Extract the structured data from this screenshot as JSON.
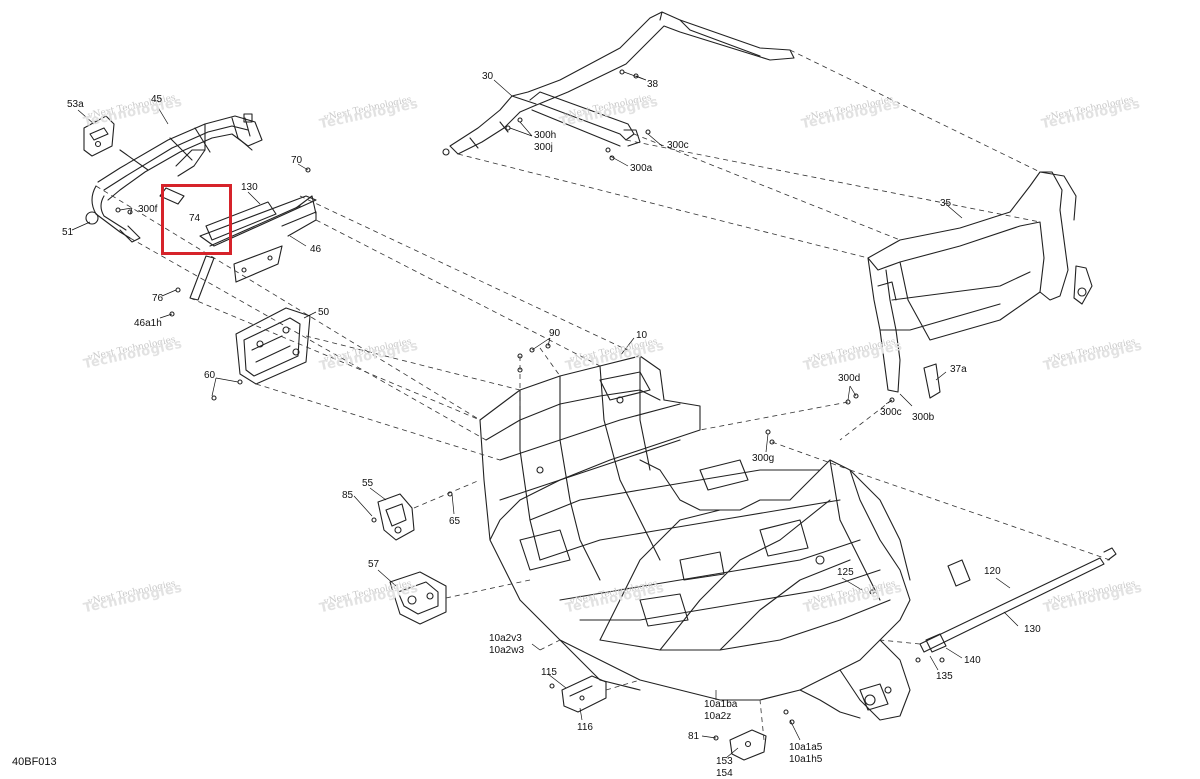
{
  "diagram": {
    "code": "40BF013",
    "highlight_color": "#d6232a",
    "watermark": {
      "line1": "vNext Technologies",
      "line2": "Technologies"
    },
    "labels": {
      "l53a": "53a",
      "l45": "45",
      "l70": "70",
      "l130a": "130",
      "l300f": "300f",
      "l74": "74",
      "l51": "51",
      "l46": "46",
      "l76": "76",
      "l46a1h": "46a1h",
      "l50": "50",
      "l60": "60",
      "l30": "30",
      "l38": "38",
      "l300h": "300h",
      "l300j": "300j",
      "l300c": "300c",
      "l300a": "300a",
      "l35": "35",
      "l90": "90",
      "l10": "10",
      "l300d": "300d",
      "l300c2": "300c",
      "l300b": "300b",
      "l37a": "37a",
      "l300g": "300g",
      "l85": "85",
      "l55": "55",
      "l65": "65",
      "l57": "57",
      "l125": "125",
      "l120": "120",
      "l130b": "130",
      "l140": "140",
      "l135": "135",
      "l10a2v3": "10a2v3",
      "l10a2w3": "10a2w3",
      "l115": "115",
      "l116": "116",
      "l10a1ba": "10a1ba",
      "l10a2z": "10a2z",
      "l81": "81",
      "l153": "153",
      "l154": "154",
      "l10a1a5": "10a1a5",
      "l10a1h5": "10a1h5"
    }
  }
}
